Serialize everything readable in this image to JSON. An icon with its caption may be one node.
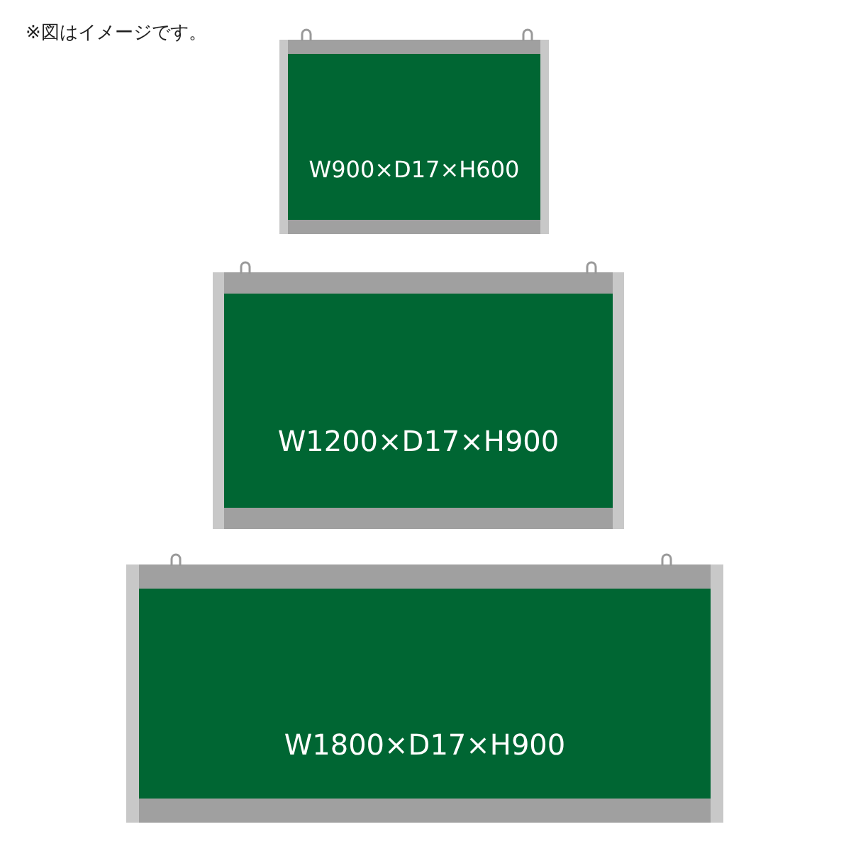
{
  "diagram": {
    "nodes": [
      {
        "text": [
          "W900×D17×H600"
        ]
      },
      {
        "text": [
          "W1200×D17×H900"
        ]
      },
      {
        "text": [
          "W1800×D17×H900"
        ]
      }
    ],
    "labels": [
      "※図はイメージです。"
    ]
  }
}
